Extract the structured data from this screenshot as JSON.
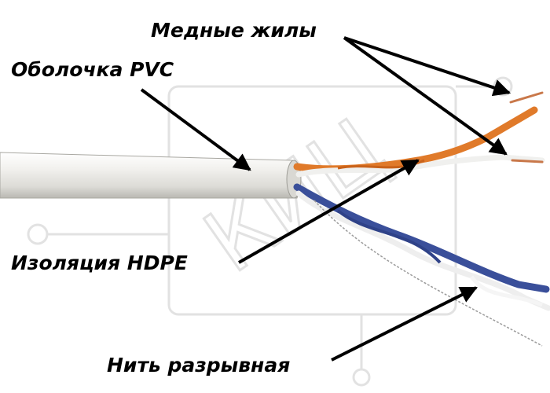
{
  "labels": {
    "copper_cores": "Медные жилы",
    "pvc_sheath": "Оболочка PVC",
    "hdpe_insulation": "Изоляция HDPE",
    "rip_cord": "Нить разрывная"
  },
  "watermark": {
    "text": "КИЦ",
    "color": "#e2e2e2"
  },
  "colors": {
    "background": "#ffffff",
    "sheath": "#ecebe7",
    "orange_wire": "#e07a2a",
    "blue_wire": "#3a4f9a",
    "copper": "#c9784a",
    "arrow": "#000000"
  }
}
